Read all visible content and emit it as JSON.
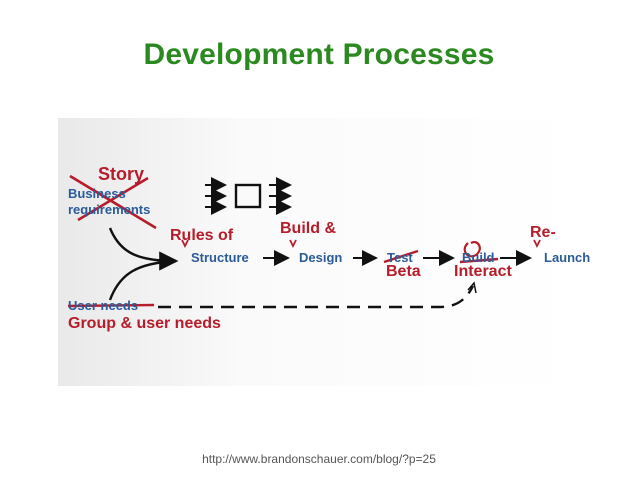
{
  "slide": {
    "title": "Development Processes",
    "credit": "http://www.brandonschauer.com/blog/?p=25"
  },
  "diagram": {
    "inputs": {
      "story": "Story",
      "business": "Business",
      "requirements": "requirements",
      "user_needs": "User needs",
      "group_user_needs": "Group & user needs"
    },
    "steps": {
      "rules_of": "Rules of",
      "structure": "Structure",
      "build_and": "Build &",
      "design": "Design",
      "test": "Test",
      "beta": "Beta",
      "build": "Build",
      "interact": "Interact",
      "re": "Re-",
      "launch": "Launch"
    }
  },
  "colors": {
    "title_green": "#2a8a1f",
    "ink_blue": "#2a5b9a",
    "marker_red": "#b71c2a"
  }
}
